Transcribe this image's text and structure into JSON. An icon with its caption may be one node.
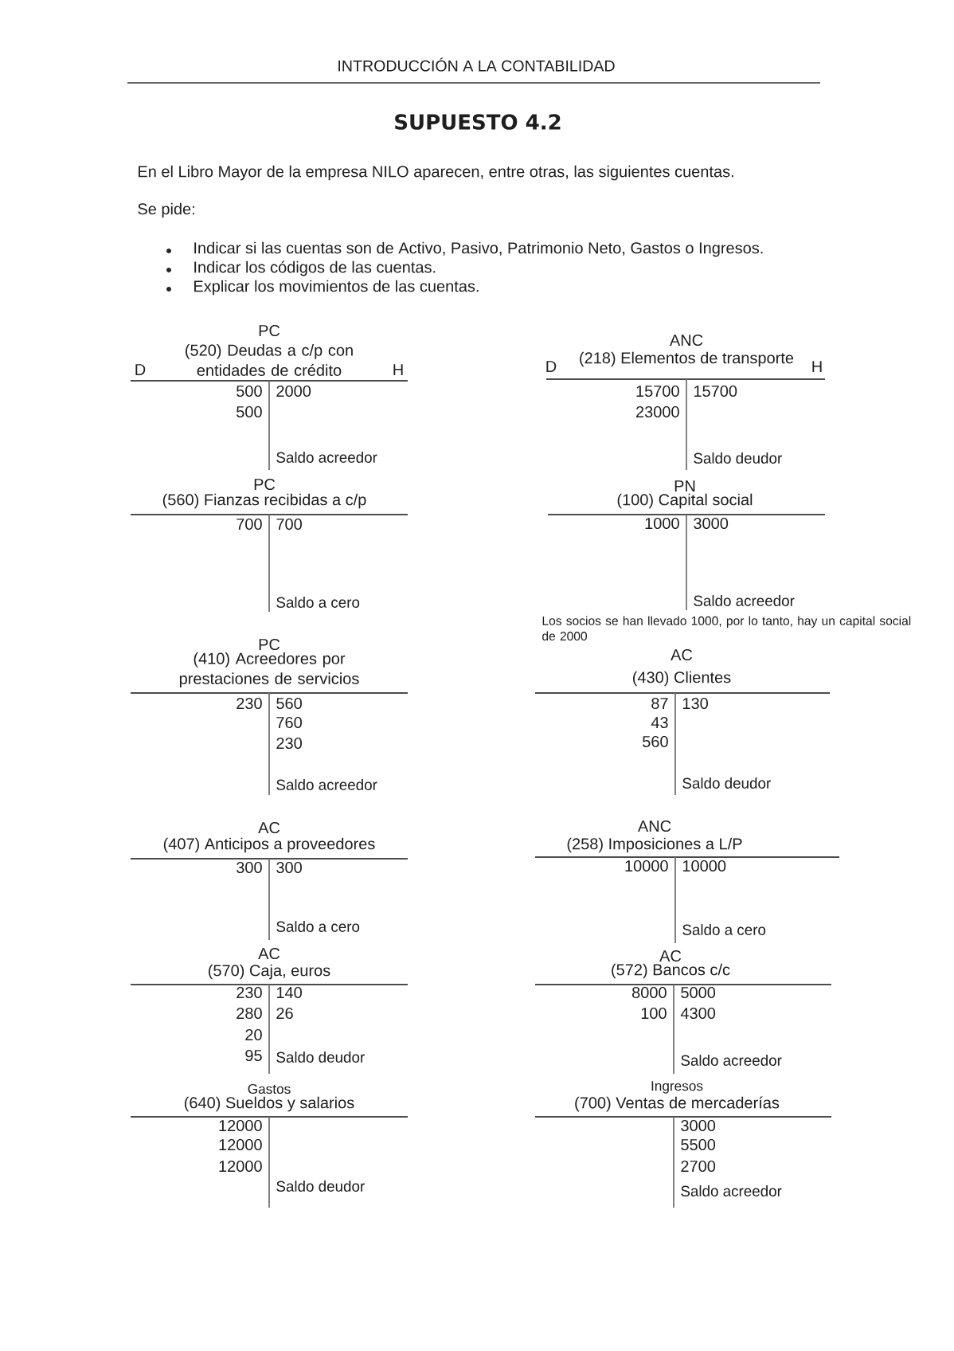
{
  "diagram": {
    "title": "SUPUESTO 4.2",
    "nodes": [
      {
        "text": [
          "PC",
          "D",
          "(520) Deudas a c/p con entidades de crédito",
          "H",
          "500",
          "2000",
          "500",
          "Saldo acreedor"
        ]
      },
      {
        "text": [
          "ANC",
          "D",
          "(218) Elementos de transporte",
          "H",
          "15700",
          "15700",
          "23000",
          "Saldo deudor"
        ]
      },
      {
        "text": [
          "PC",
          "(560) Fianzas recibidas a c/p",
          "700",
          "700",
          "Saldo a cero"
        ]
      },
      {
        "text": [
          "PN",
          "(100) Capital social",
          "1000",
          "3000",
          "Saldo acreedor"
        ],
        "beside": [
          "Los socios se han llevado 1000, por lo tanto, hay un capital social de 2000"
        ]
      },
      {
        "text": [
          "PC",
          "(410) Acreedores por prestaciones de servicios",
          "230",
          "560",
          "760",
          "230",
          "Saldo acreedor"
        ]
      },
      {
        "text": [
          "AC",
          "(430) Clientes",
          "87",
          "130",
          "43",
          "560",
          "Saldo deudor"
        ]
      },
      {
        "text": [
          "AC",
          "(407) Anticipos a proveedores",
          "300",
          "300",
          "Saldo a cero"
        ]
      },
      {
        "text": [
          "ANC",
          "(258) Imposiciones a L/P",
          "10000",
          "10000",
          "Saldo a cero"
        ]
      },
      {
        "text": [
          "AC",
          "(570) Caja, euros",
          "230",
          "140",
          "280",
          "26",
          "20",
          "95",
          "Saldo deudor"
        ]
      },
      {
        "text": [
          "AC",
          "(572) Bancos c/c",
          "8000",
          "5000",
          "100",
          "4300",
          "Saldo acreedor"
        ]
      },
      {
        "text": [
          "Gastos",
          "(640) Sueldos y salarios",
          "12000",
          "12000",
          "12000",
          "Saldo deudor"
        ]
      },
      {
        "text": [
          "Ingresos",
          "(700) Ventas de mercaderías",
          "3000",
          "5500",
          "2700",
          "Saldo acreedor"
        ]
      }
    ],
    "labels": [
      "INTRODUCCIÓN A LA CONTABILIDAD",
      "En el Libro Mayor de la empresa NILO aparecen, entre otras, las siguientes cuentas.",
      "Se pide:",
      "Indicar si las cuentas son de Activo, Pasivo, Patrimonio Neto, Gastos o Ingresos.",
      "Indicar los códigos de las cuentas.",
      "Explicar los movimientos de las cuentas."
    ]
  }
}
